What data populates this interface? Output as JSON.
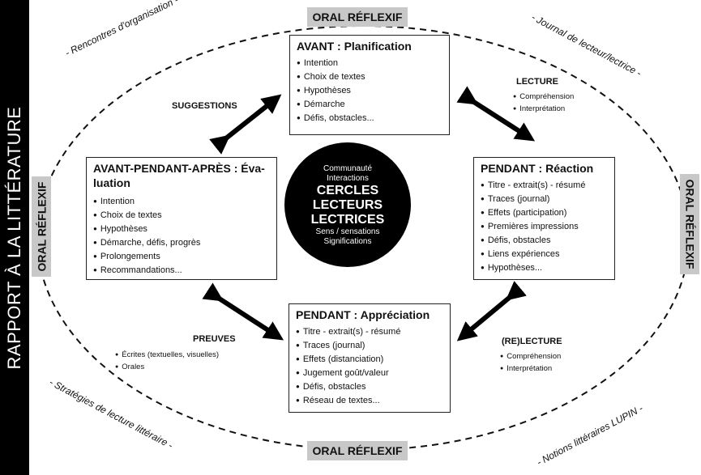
{
  "side_title": "RAPPORT À LA LITTÉRATURE",
  "oral": {
    "top": "ORAL RÉFLEXIF",
    "bottom": "ORAL RÉFLEXIF",
    "left": "ORAL RÉFLEXIF",
    "right": "ORAL RÉFLEXIF"
  },
  "corners": {
    "top_left": "- Rencontres d'organisation -",
    "top_right": "- Journal de lecteur/lectrice -",
    "bottom_left": "- Stratégies de lecture littéraire -",
    "bottom_right": "- Notions littéraires LUPIN -"
  },
  "center": {
    "top_lines": [
      "Communauté",
      "Interactions"
    ],
    "big_lines": [
      "CERCLES",
      "LECTEURS",
      "LECTRICES"
    ],
    "bottom_lines": [
      "Sens / sensations",
      "Significations"
    ]
  },
  "boxes": {
    "avant": {
      "title": "AVANT : Planification",
      "items": [
        "Intention",
        "Choix de textes",
        "Hypothèses",
        "Démarche",
        "Défis, obstacles..."
      ]
    },
    "pendant_reaction": {
      "title": "PENDANT : Réaction",
      "items": [
        "Titre - extrait(s) - résumé",
        "Traces (journal)",
        "Effets (participation)",
        "Premières impressions",
        "Défis, obstacles",
        "Liens expériences",
        "Hypothèses..."
      ]
    },
    "pendant_appreciation": {
      "title": "PENDANT : Appréciation",
      "items": [
        "Titre - extrait(s) - résumé",
        "Traces (journal)",
        "Effets (distanciation)",
        "Jugement goût/valeur",
        "Défis, obstacles",
        "Réseau de textes..."
      ]
    },
    "evaluation": {
      "title_line1": "AVANT-PENDANT-APRÈS : Éva-",
      "title_line2": "luation",
      "items": [
        "Intention",
        "Choix de textes",
        "Hypothèses",
        "Démarche, défis, progrès",
        "Prolongements",
        "Recommandations..."
      ]
    }
  },
  "links": {
    "suggestions": "SUGGESTIONS",
    "lecture": {
      "label": "LECTURE",
      "items": [
        "Compréhension",
        "Interprétation"
      ]
    },
    "relecture": {
      "label": "(RE)LECTURE",
      "items": [
        "Compréhension",
        "Interprétation"
      ]
    },
    "preuves": {
      "label": "PREUVES",
      "items": [
        "Écrites (textuelles, visuelles)",
        "Orales"
      ]
    }
  }
}
